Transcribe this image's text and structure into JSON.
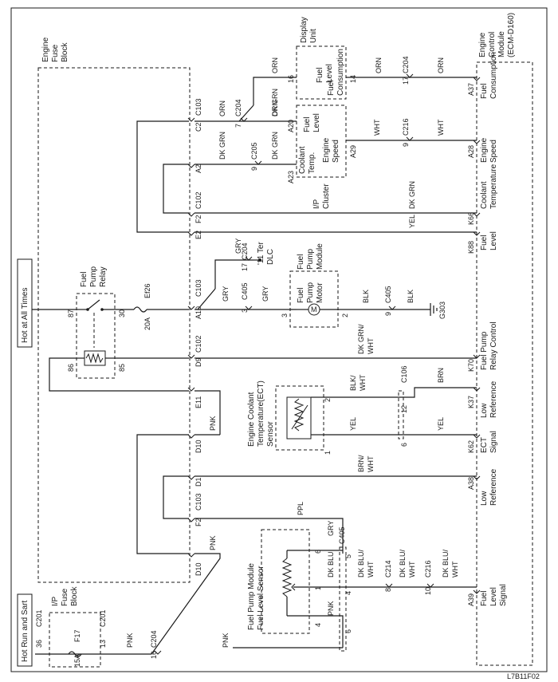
{
  "power": {
    "hot_all_times": "Hot at All Times",
    "hot_run_start": "Hot Run and Sart"
  },
  "modules": {
    "engine_fuse_block": [
      "Engine",
      "Fuse",
      "Block"
    ],
    "ip_fuse_block": [
      "I/P",
      "Fuse",
      "Block"
    ],
    "display_unit": [
      "Display",
      "Unit"
    ],
    "ecm": [
      "Engine",
      "Control",
      "Module",
      "(ECM-D160)"
    ],
    "fuel_pump_relay": [
      "Fuel",
      "Pump",
      "Relay"
    ],
    "fuel_pump_module_top": [
      "Fuel",
      "Pump",
      "Module"
    ],
    "fuel_pump_motor": [
      "Fuel",
      "Pump",
      "Motor"
    ],
    "motor_symbol": "M",
    "ect_sensor": [
      "Engine Coolant",
      "Temperature(ECT)",
      "Sensor"
    ],
    "fuel_level_sensor": [
      "Fuel Pump Module",
      "Fuel Level Sensor"
    ],
    "ip_cluster": [
      "I/P",
      "Cluster"
    ],
    "dlc": [
      "'11 Ter",
      "DLC"
    ],
    "ground": "G303",
    "figure_id": "L7B11F02"
  },
  "display_items": {
    "fuel_level": [
      "Fuel",
      "Level"
    ],
    "fuel_consumption": [
      "Fuel",
      "Consumption"
    ]
  },
  "cluster_items": {
    "fuel_level": [
      "Fuel",
      "Level"
    ],
    "engine_speed": [
      "Engine",
      "Speed"
    ],
    "coolant_temp": [
      "Coolant",
      "Temp."
    ]
  },
  "ecm_signals": {
    "fuel_consumption": [
      "Fuel",
      "Consumption"
    ],
    "engine_speed": [
      "Engine",
      "Speed"
    ],
    "coolant_temperature": [
      "Coolant",
      "Temperature"
    ],
    "fuel_level": [
      "Fuel",
      "Level"
    ],
    "fuel_pump_relay_control": [
      "Fuel Pump",
      "Relay Control"
    ],
    "low_reference_1": [
      "Low",
      "Reference"
    ],
    "ect_signal": [
      "ECT",
      "Signal"
    ],
    "low_reference_2": [
      "Low",
      "Reference"
    ],
    "fuel_level_signal": [
      "Fuel",
      "Level",
      "Signal"
    ]
  },
  "connectors": {
    "c103": "C103",
    "c102": "C102",
    "c204": "C204",
    "c205": "C205",
    "c216": "C216",
    "c405": "C405",
    "c106": "C106",
    "c214": "C214",
    "c201": "C201"
  },
  "pins": {
    "c2": "C2",
    "a2": "A2",
    "f2": "F2",
    "e2": "E2",
    "a10": "A10",
    "d9": "D9",
    "e11": "E11",
    "d10": "D10",
    "d1": "D1",
    "f2b": "F2",
    "d10b": "D10",
    "a37": "A37",
    "a28": "A28",
    "k66": "K66",
    "k88": "K88",
    "k70": "K70",
    "k37": "K37",
    "k62": "K62",
    "a38": "A38",
    "a39": "A39",
    "a20": "A20",
    "a23": "A23",
    "a29": "A29",
    "n16": "16",
    "n14": "14",
    "n17": "17",
    "n7": "7",
    "n9": "9",
    "n9b": "9",
    "n17b": "17",
    "n3": "3",
    "n3b": "3",
    "n2": "2",
    "n9c": "9",
    "n2b": "2",
    "n12": "12",
    "n1": "1",
    "n6": "6",
    "n6b": "6",
    "n5": "5",
    "n1b": "1",
    "n4": "4",
    "n8": "8",
    "n10": "10",
    "n4b": "4",
    "n6c": "6",
    "n87": "87",
    "n86": "86",
    "n85": "85",
    "n30": "30",
    "n36": "36",
    "n13": "13",
    "n16b": "16"
  },
  "fuses": {
    "ef26": "Ef26",
    "ef26_rating": "20A",
    "f17": "F17",
    "f17_rating": "15A"
  },
  "wires": {
    "orn": "ORN",
    "dk_grn": "DK GRN",
    "wht": "WHT",
    "yel": "YEL",
    "gry": "GRY",
    "blk": "BLK",
    "dk_grn_wht": [
      "DK GRN/",
      "WHT"
    ],
    "blk_wht": [
      "BLK/",
      "WHT"
    ],
    "brn": "BRN",
    "pnk": "PNK",
    "brn_wht": [
      "BRN/",
      "WHT"
    ],
    "ppl": "PPL",
    "dk_blu": "DK BLU",
    "dk_blu_wht": [
      "DK BLU/",
      "WHT"
    ]
  }
}
